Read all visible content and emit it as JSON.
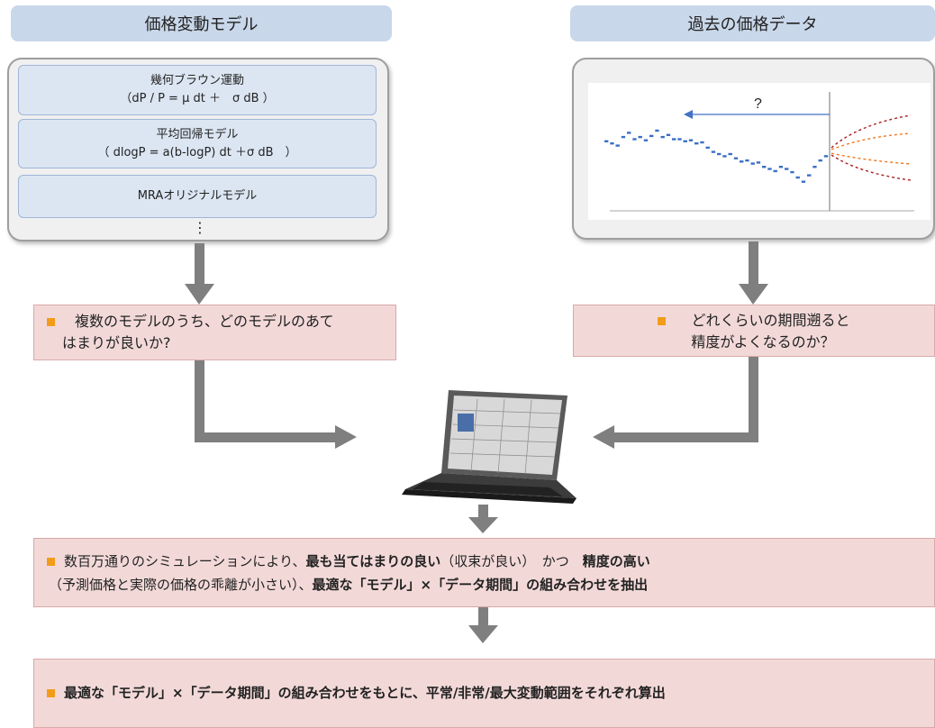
{
  "left_header": "価格変動モデル",
  "right_header": "過去の価格データ",
  "models": [
    {
      "name": "幾何ブラウン運動",
      "formula": "（dP / P = μ dt ＋　σ dB ）"
    },
    {
      "name": "平均回帰モデル",
      "formula": "（ dlogP = a(b-logP) dt ＋σ dB　）"
    },
    {
      "name": "MRAオリジナルモデル",
      "formula": ""
    }
  ],
  "models_ellipsis": "⋮",
  "chart_question": "?",
  "question_left": {
    "line1": "複数のモデルのうち、どのモデルのあて",
    "line2": "はまりが良いか?"
  },
  "question_right": {
    "line1": "どれくらいの期間遡ると",
    "line2": "精度がよくなるのか？"
  },
  "result1": {
    "l1_a": "数百万通りのシミュレーションにより、",
    "l1_b": "最も当てはまりの良い",
    "l1_c": "（収束が良い）　かつ　",
    "l1_d": "精度の高い",
    "l2_a": "（予測価格と実際の価格の乖離が小さい）、",
    "l2_b": "最適な「モデル」×「データ期間」の組み合わせを抽出"
  },
  "result2": {
    "text": "最適な「モデル」×「データ期間」の組み合わせをもとに、平常/非常/最大変動範囲をそれぞれ算出"
  },
  "colors": {
    "header_bg": "#c9d7ea",
    "model_box_bg": "#dce6f3",
    "callout_bg": "#f2d9d8",
    "bullet": "#f29c1a",
    "arrow": "#7f7f7f",
    "series": "#3a6fc4",
    "forecast_outer": "#a82020",
    "forecast_inner": "#f07820"
  },
  "chart_data": {
    "type": "line",
    "title": "",
    "xlabel": "",
    "ylabel": "",
    "series": [
      {
        "values": [
          0.62,
          0.6,
          0.58,
          0.66,
          0.7,
          0.64,
          0.66,
          0.63,
          0.67,
          0.72,
          0.66,
          0.68,
          0.64,
          0.64,
          0.62,
          0.63,
          0.6,
          0.61,
          0.56,
          0.52,
          0.5,
          0.48,
          0.5,
          0.46,
          0.43,
          0.44,
          0.41,
          0.42,
          0.38,
          0.36,
          0.34,
          0.38,
          0.36,
          0.33,
          0.28,
          0.24,
          0.3,
          0.38,
          0.44,
          0.48
        ]
      }
    ]
  }
}
